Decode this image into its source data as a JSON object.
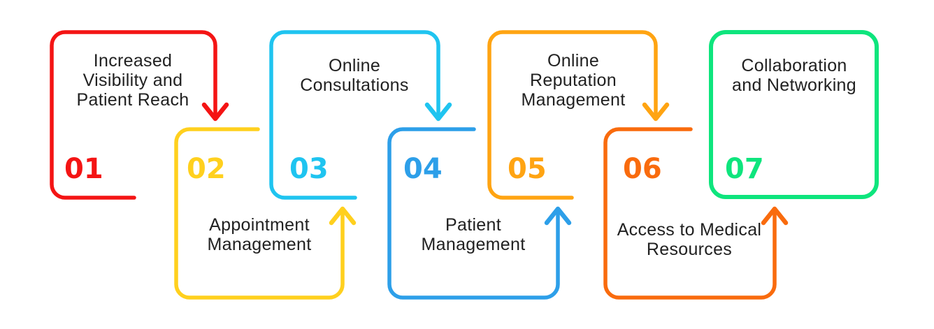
{
  "diagram": {
    "background": "#FFFFFF",
    "text_color": "#212121",
    "items": [
      {
        "number": "01",
        "label": "Increased\nVisibility and\nPatient Reach",
        "color": "#F41414"
      },
      {
        "number": "02",
        "label": "Appointment\nManagement",
        "color": "#FFD01E"
      },
      {
        "number": "03",
        "label": "Online\nConsultations",
        "color": "#1FC4F0"
      },
      {
        "number": "04",
        "label": "Patient\nManagement",
        "color": "#2D9FE9"
      },
      {
        "number": "05",
        "label": "Online\nReputation\nManagement",
        "color": "#FFA412"
      },
      {
        "number": "06",
        "label": "Access to Medical\nResources",
        "color": "#F96B0D"
      },
      {
        "number": "07",
        "label": "Collaboration\nand Networking",
        "color": "#0EE57D"
      }
    ]
  }
}
